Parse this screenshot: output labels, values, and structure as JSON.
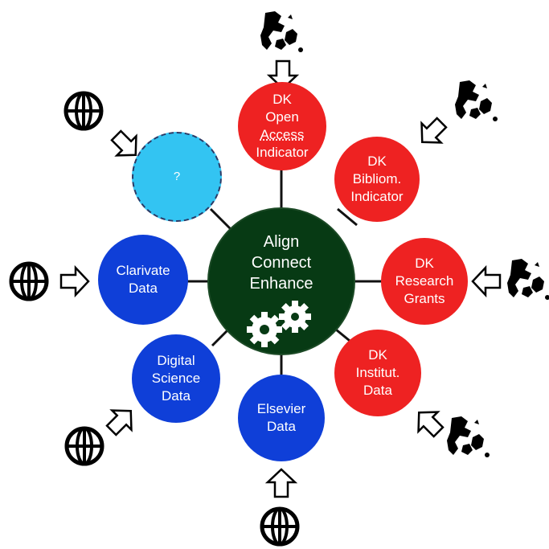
{
  "colors": {
    "center_fill": "#073a14",
    "red_node": "#ee2222",
    "blue_node": "#0f3fd8",
    "unknown_node": "#33c4f2",
    "connector": "#111111"
  },
  "center": {
    "lines": [
      "Align",
      "Connect",
      "Enhance"
    ],
    "icon": "gears-icon"
  },
  "nodes": {
    "open_access": {
      "lines": [
        "DK",
        "Open",
        "Access",
        "Indicator"
      ],
      "source_icon": "denmark-map-icon"
    },
    "bibliom": {
      "lines": [
        "DK",
        "Bibliom.",
        "Indicator"
      ],
      "source_icon": "denmark-map-icon"
    },
    "research_grants": {
      "lines": [
        "DK",
        "Research",
        "Grants"
      ],
      "source_icon": "denmark-map-icon"
    },
    "institut": {
      "lines": [
        "DK",
        "Institut.",
        "Data"
      ],
      "source_icon": "denmark-map-icon"
    },
    "elsevier": {
      "lines": [
        "Elsevier",
        "Data"
      ],
      "source_icon": "globe-icon"
    },
    "digital_science": {
      "lines": [
        "Digital",
        "Science",
        "Data"
      ],
      "source_icon": "globe-icon"
    },
    "clarivate": {
      "lines": [
        "Clarivate",
        "Data"
      ],
      "source_icon": "globe-icon"
    },
    "unknown": {
      "lines": [
        "?"
      ],
      "source_icon": "globe-icon"
    }
  }
}
